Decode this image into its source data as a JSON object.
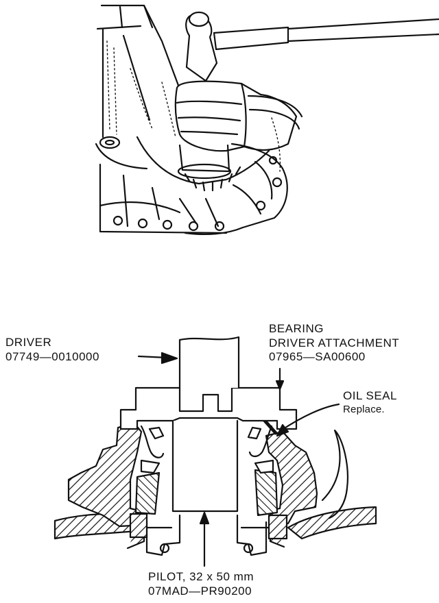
{
  "upper_figure": {
    "description_icon": "hammer-and-driver-on-case-icon"
  },
  "lower_figure": {
    "labels": {
      "driver": {
        "name": "DRIVER",
        "part_no": "07749—0010000"
      },
      "attachment": {
        "line1": "BEARING",
        "line2": "DRIVER ATTACHMENT",
        "part_no": "07965—SA00600"
      },
      "oil_seal": {
        "name": "OIL SEAL",
        "note": "Replace."
      },
      "pilot": {
        "name": "PILOT, 32 x 50 mm",
        "part_no": "07MAD—PR90200"
      }
    }
  },
  "colors": {
    "ink": "#111111",
    "paper": "#ffffff"
  }
}
